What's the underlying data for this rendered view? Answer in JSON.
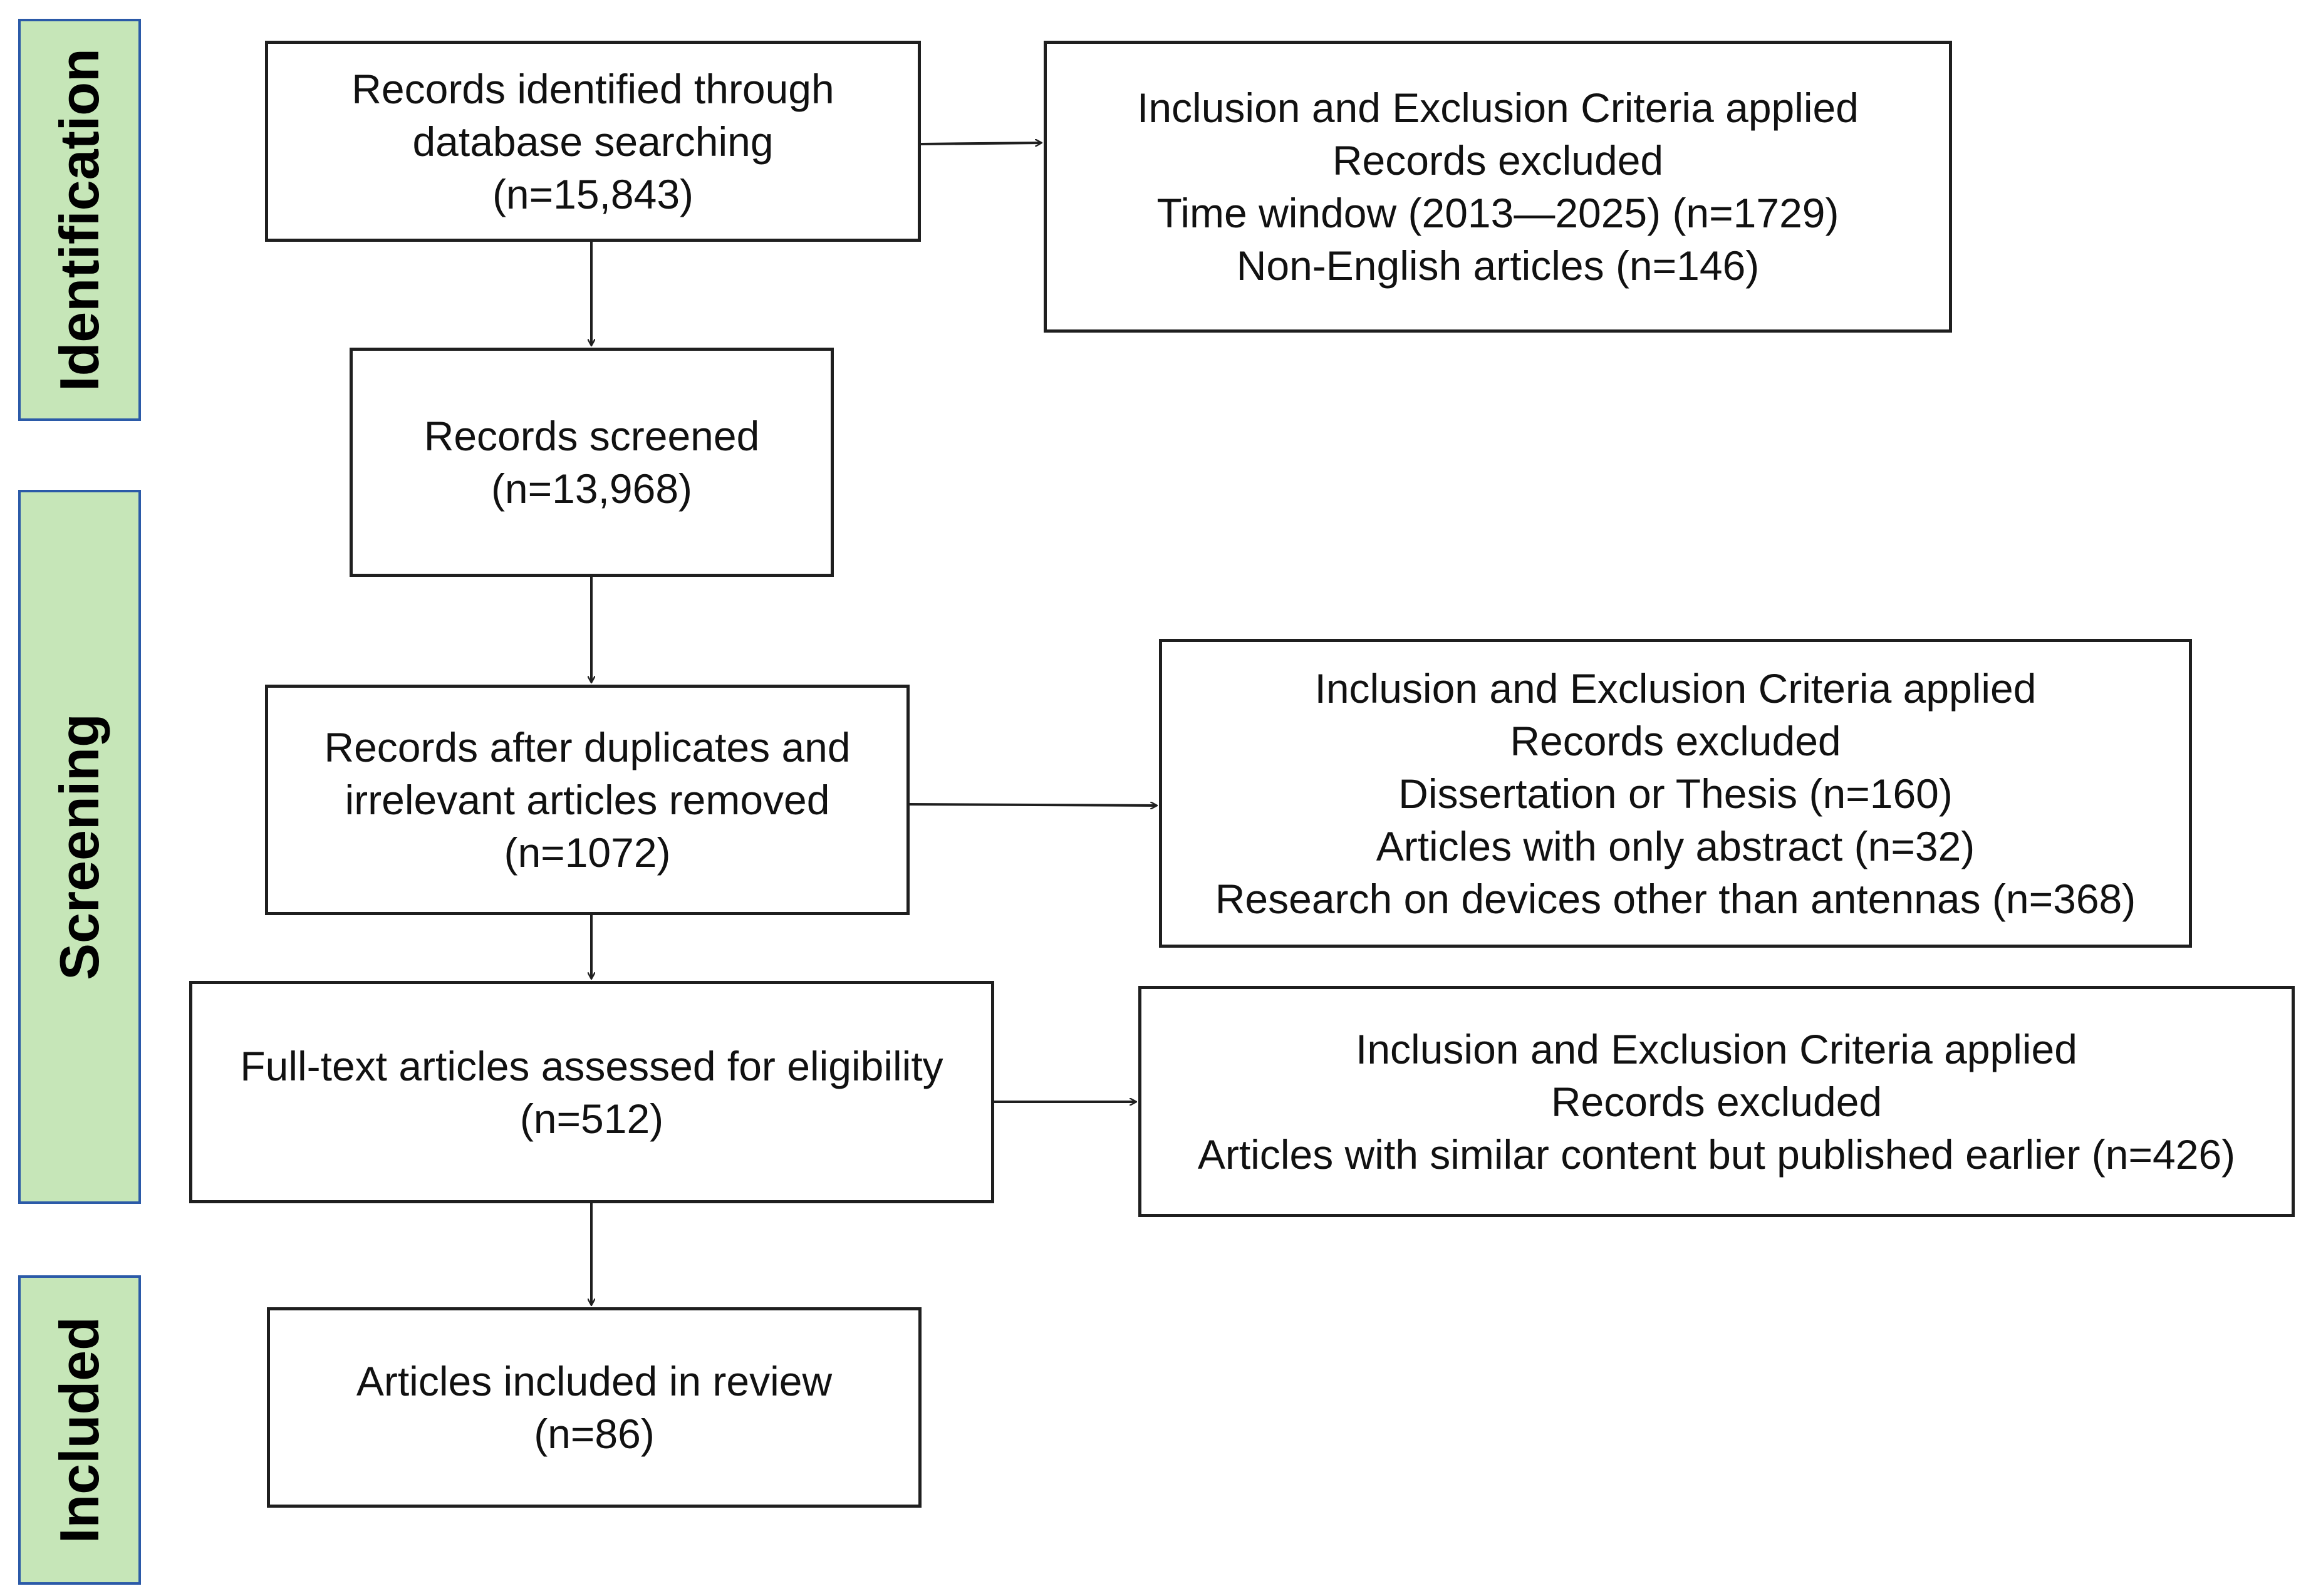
{
  "phases": {
    "identification": "Identification",
    "screening": "Screening",
    "included": "Included"
  },
  "boxes": {
    "identified": {
      "lines": [
        "Records identified  through",
        "database searching",
        "(n=15,843)"
      ]
    },
    "excluded_1": {
      "lines": [
        "Inclusion and Exclusion Criteria applied",
        "Records excluded",
        "Time window (2013—2025) (n=1729)",
        "Non-English articles (n=146)"
      ]
    },
    "screened": {
      "lines": [
        "Records screened",
        "(n=13,968)"
      ]
    },
    "after_duplicates": {
      "lines": [
        "Records after duplicates and",
        "irrelevant articles removed",
        "(n=1072)"
      ]
    },
    "excluded_2": {
      "lines": [
        "Inclusion and Exclusion Criteria applied",
        "Records excluded",
        "Dissertation or Thesis (n=160)",
        "Articles with only abstract (n=32)",
        "Research on devices other than antennas (n=368)"
      ]
    },
    "full_text": {
      "lines": [
        "Full-text articles assessed for eligibility",
        "(n=512)"
      ]
    },
    "excluded_3": {
      "lines": [
        "Inclusion and Exclusion Criteria applied",
        "Records excluded",
        "Articles with similar content but published earlier (n=426)"
      ]
    },
    "included_review": {
      "lines": [
        "Articles included in review",
        "(n=86)"
      ]
    }
  },
  "colors": {
    "phase_fill": "#c6e6b8",
    "phase_border": "#2b5aa8",
    "box_border": "#1f1f1f",
    "arrow": "#1f1f1f"
  }
}
